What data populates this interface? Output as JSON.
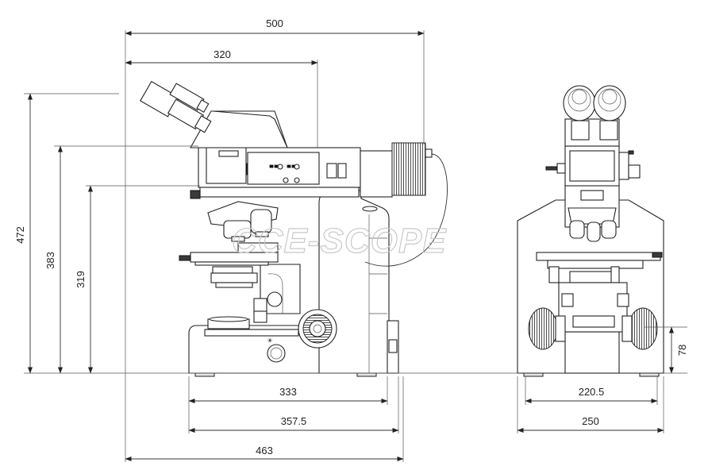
{
  "watermark": "CCE-SCOPE",
  "dimensions": {
    "side_total_width": "500",
    "side_head_width": "320",
    "side_total_height": "472",
    "side_height_383": "383",
    "side_height_319": "319",
    "side_base_333": "333",
    "side_base_357": "357.5",
    "side_base_463": "463",
    "front_base_220": "220.5",
    "front_base_250": "250",
    "front_knob_height": "78"
  }
}
